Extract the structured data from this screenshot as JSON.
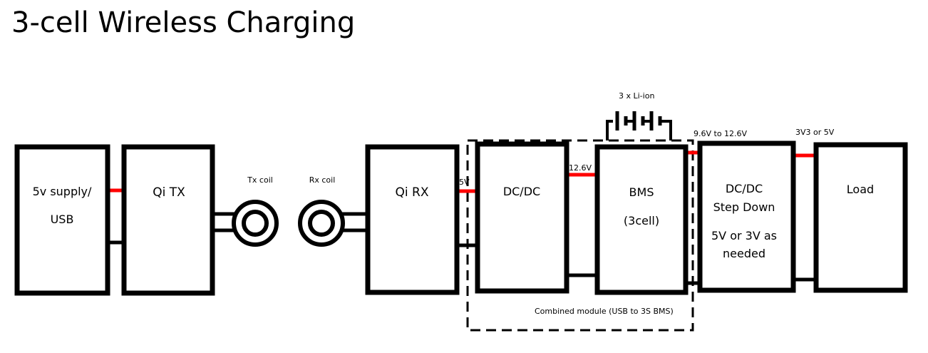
{
  "title": "3-cell Wireless Charging",
  "colors": {
    "power_wire": "#ff0000",
    "wire": "#000000"
  },
  "blocks": {
    "supply": {
      "line1": "5v supply/",
      "line2": "USB"
    },
    "qi_tx": {
      "label": "Qi TX"
    },
    "qi_rx": {
      "label": "Qi RX"
    },
    "dcdc": {
      "label": "DC/DC"
    },
    "bms": {
      "line1": "BMS",
      "line2": "(3cell)"
    },
    "stepdown": {
      "line1": "DC/DC",
      "line2": "Step Down",
      "line3": "5V or 3V as",
      "line4": "needed"
    },
    "load": {
      "label": "Load"
    }
  },
  "coils": {
    "tx": "Tx coil",
    "rx": "Rx coil"
  },
  "battery": {
    "label": "3 x Li-ion"
  },
  "voltages": {
    "rx_out": "5V",
    "dcdc_out": "12.6V",
    "bms_out": "9.6V to 12.6V",
    "load_in": "3V3 or 5V"
  },
  "module": {
    "label": "Combined module (USB to 3S BMS)"
  }
}
